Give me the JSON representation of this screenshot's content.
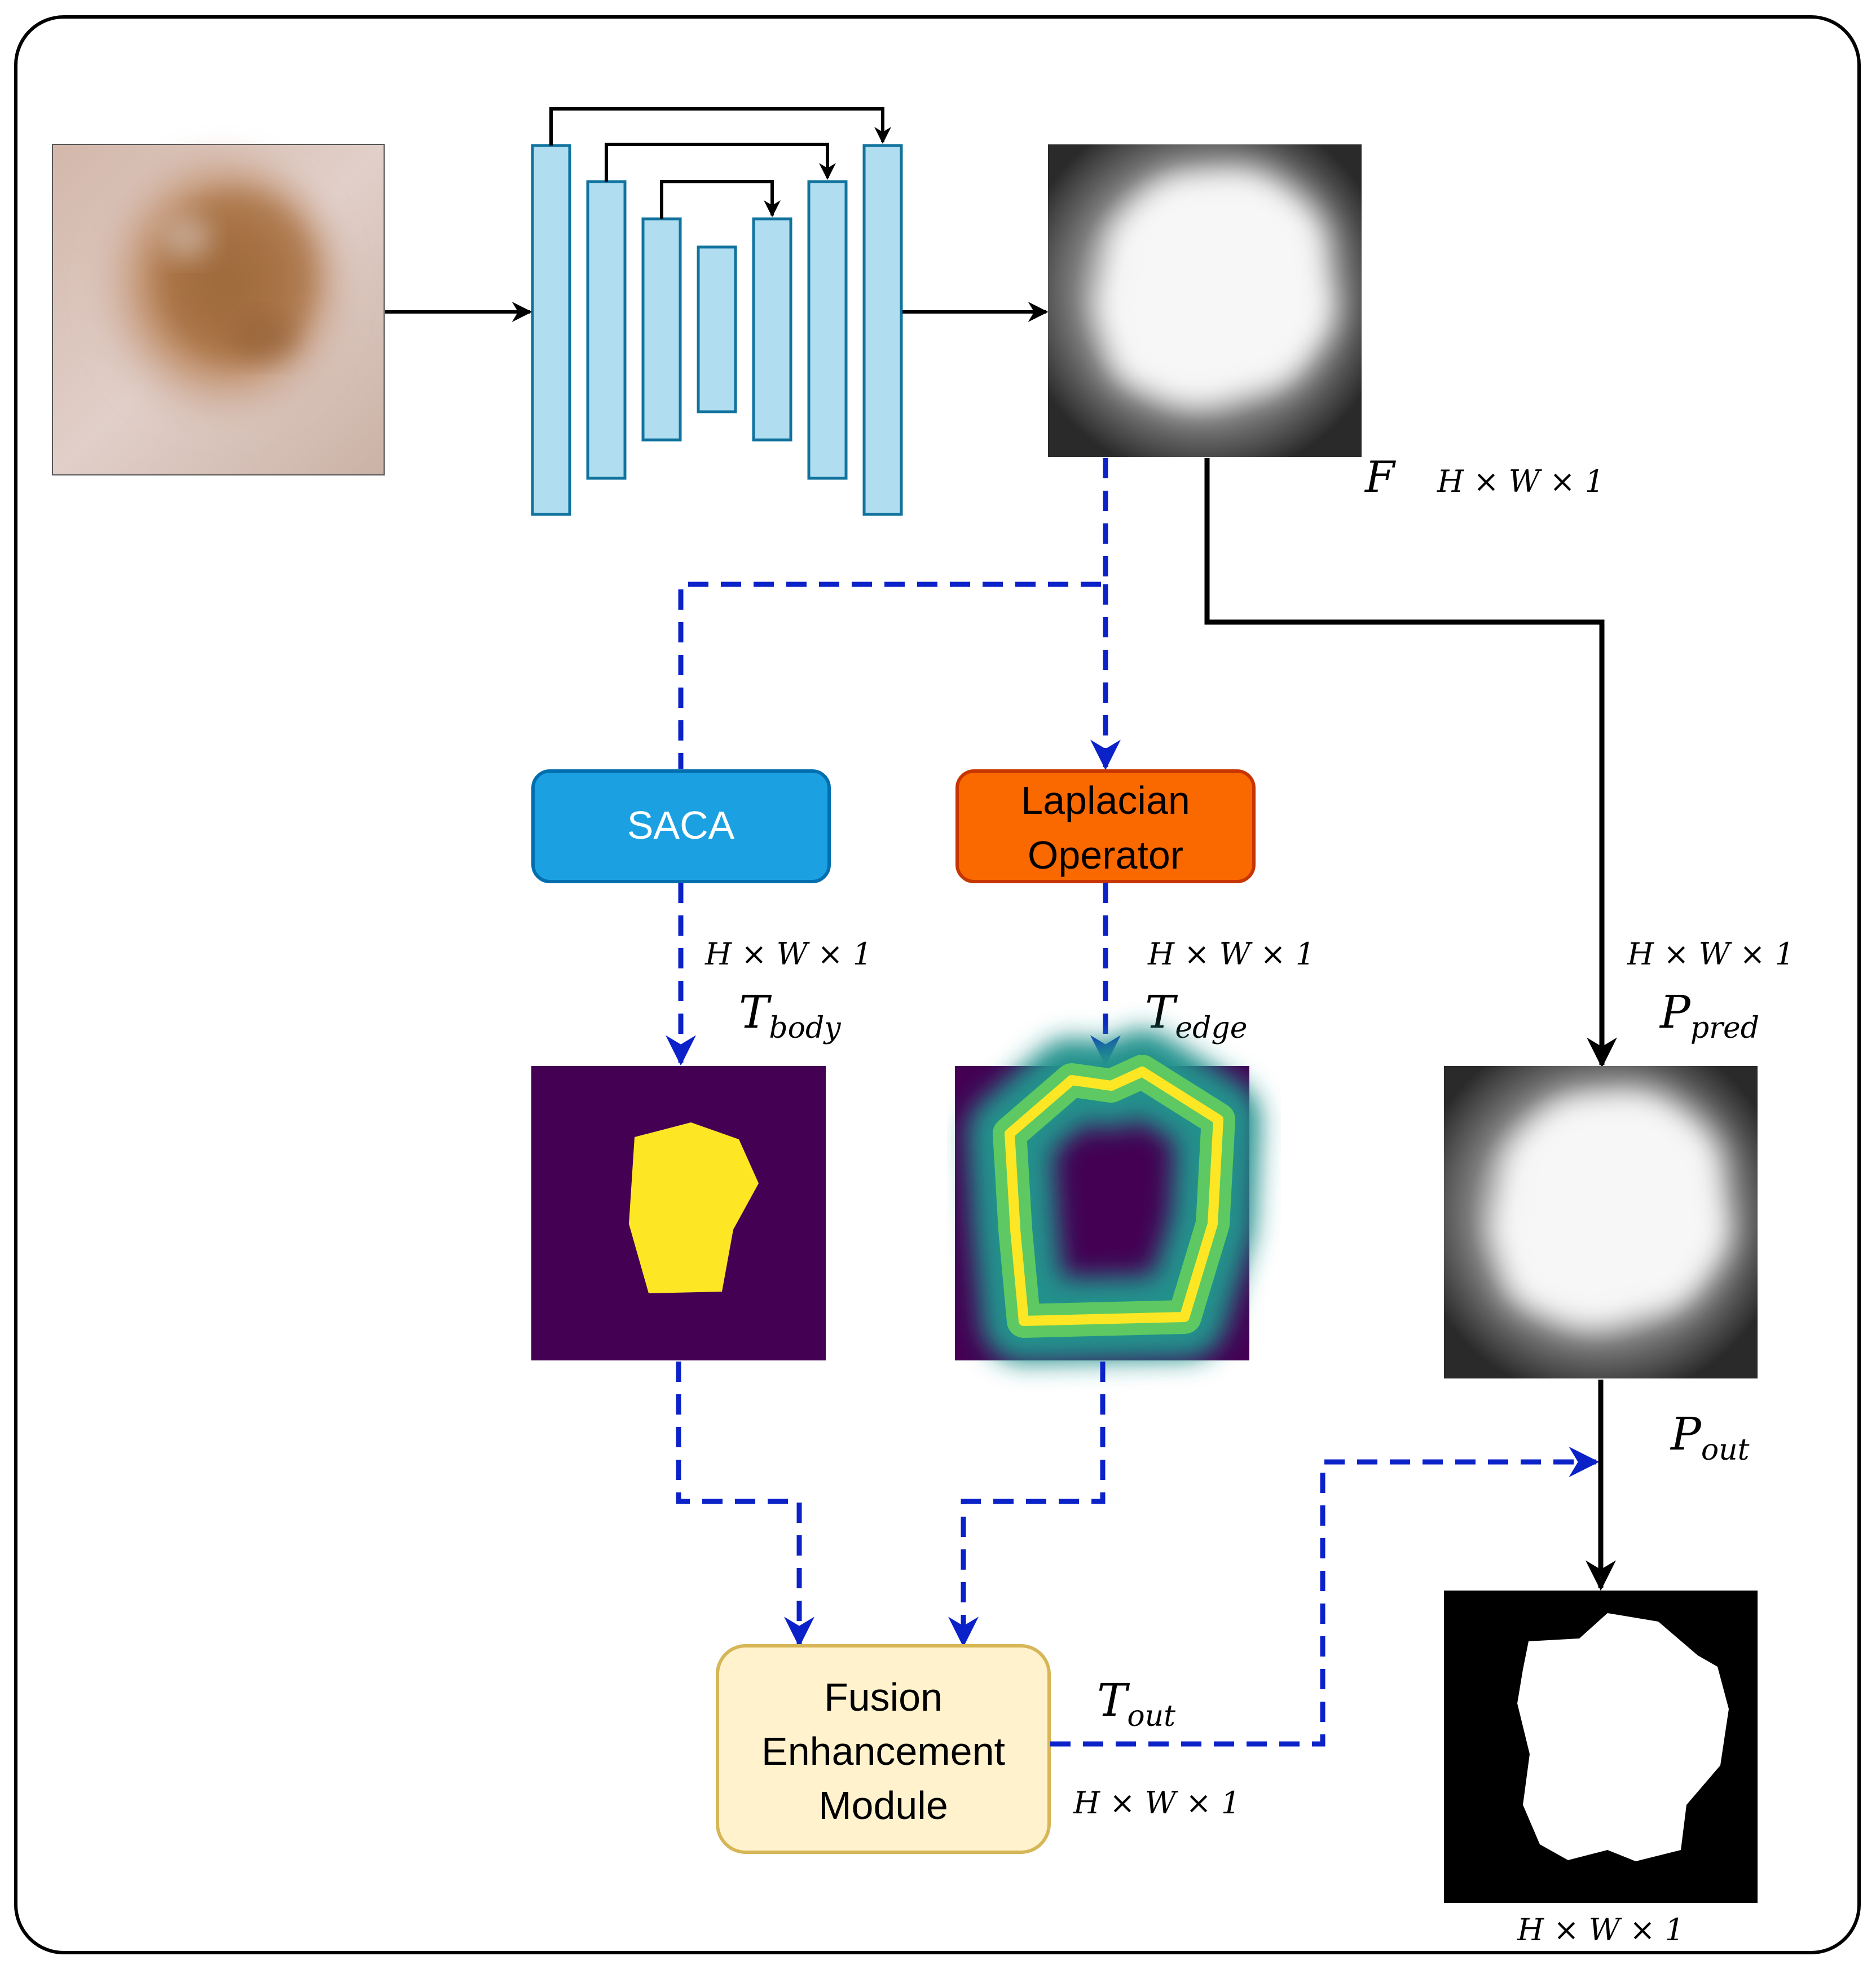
{
  "modules": {
    "saca": "SACA",
    "laplacian_line1": "Laplacian",
    "laplacian_line2": "Operator",
    "fusion_line1": "Fusion",
    "fusion_line2": "Enhancement",
    "fusion_line3": "Module"
  },
  "symbols": {
    "f": "F",
    "t_body_main": "T",
    "t_body_sub": "body",
    "t_edge_main": "T",
    "t_edge_sub": "edge",
    "p_pred_main": "P",
    "p_pred_sub": "pred",
    "p_out_main": "P",
    "p_out_sub": "out",
    "t_out_main": "T",
    "t_out_sub": "out"
  },
  "dims": {
    "f": "H × W × 1",
    "t_body": "H × W × 1",
    "t_edge": "H × W × 1",
    "p_pred": "H × W × 1",
    "t_out": "H × W × 1",
    "final": "H × W × 1"
  },
  "colors": {
    "saca_fill": "#1ba1e2",
    "laplacian_fill": "#fa6800",
    "fusion_fill": "#fff2cc",
    "unet_fill": "#b1ddf0",
    "dashed_arrow": "#0b22c9",
    "viridis_purple": "#440154",
    "viridis_yellow": "#fde725"
  }
}
